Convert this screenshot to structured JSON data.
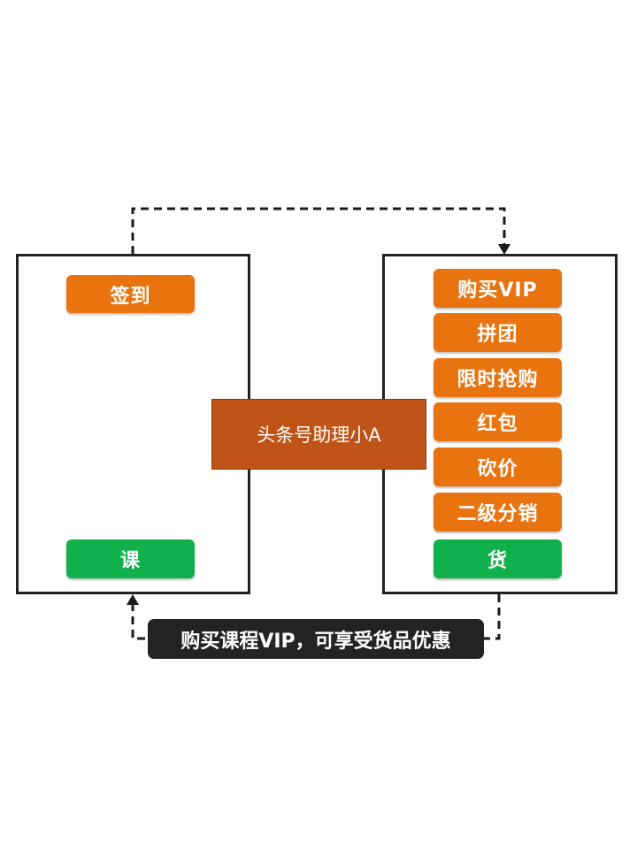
{
  "colors": {
    "orange": "#e8730f",
    "green": "#10b14c",
    "center_box": "#c05418",
    "caption_bg": "#232323",
    "border": "#222222"
  },
  "left_panel": {
    "top_item": "签到",
    "bottom_item": "课"
  },
  "right_panel": {
    "items": [
      "购买VIP",
      "拼团",
      "限时抢购",
      "红包",
      "砍价",
      "二级分销"
    ],
    "bottom_item": "货"
  },
  "center_label": "头条号助理小A",
  "caption": "购买课程VIP，可享受货品优惠",
  "connectors": [
    {
      "from": "left_panel",
      "to": "right_panel",
      "style": "dashed-arrow"
    },
    {
      "from": "right_panel",
      "to": "left_panel",
      "style": "dashed-arrow"
    }
  ]
}
